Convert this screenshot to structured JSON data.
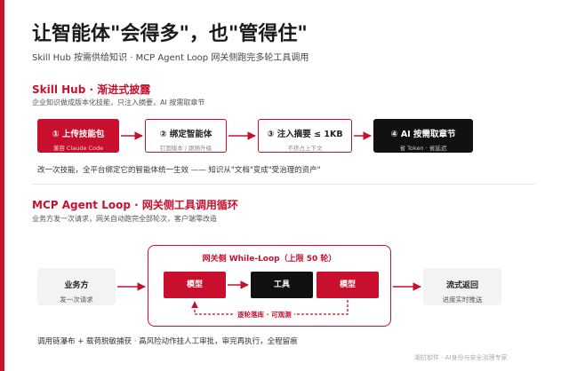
{
  "title": "让智能体\"会得多\"，也\"管得住\"",
  "subtitle": "Skill Hub 按需供给知识 · MCP Agent Loop 网关侧跑完多轮工具调用",
  "skill_hub": {
    "heading": "Skill Hub · 渐进式披露",
    "description": "企业知识做成版本化技能，只注入摘要，AI 按需取章节",
    "steps": [
      {
        "title": "① 上传技能包",
        "sub": "兼容 Claude Code"
      },
      {
        "title": "② 绑定智能体",
        "sub": "钉固版本 / 跟随升级"
      },
      {
        "title": "③ 注入摘要 ≤ 1KB",
        "sub": "不挤占上下文"
      },
      {
        "title": "④ AI 按需取章节",
        "sub": "省 Token · 省延迟"
      }
    ],
    "note": "改一次技能，全平台绑定它的智能体统一生效 —— 知识从\"文档\"变成\"受治理的资产\""
  },
  "mcp": {
    "heading": "MCP Agent Loop · 网关侧工具调用循环",
    "description": "业务方发一次请求，网关自动跑完全部轮次，客户端零改造",
    "left_box": {
      "title": "业务方",
      "sub": "发一次请求"
    },
    "right_box": {
      "title": "流式返回",
      "sub": "进度实时推送"
    },
    "loop_label": "网关侧 While-Loop（上限 50 轮）",
    "nodes": [
      "模型",
      "工具",
      "模型"
    ],
    "feedback_label": "逐轮落库 · 可观测",
    "note": "调用链瀑布 + 载荷脱敏捕获 · 高风险动作挂人工审批，审完再执行，全程留痕"
  },
  "footer": "湖拉软件 · AI身份与安全治理专家",
  "colors": {
    "accent": "#c8102e",
    "dark": "#111111",
    "panel": "#f3f3f3"
  }
}
